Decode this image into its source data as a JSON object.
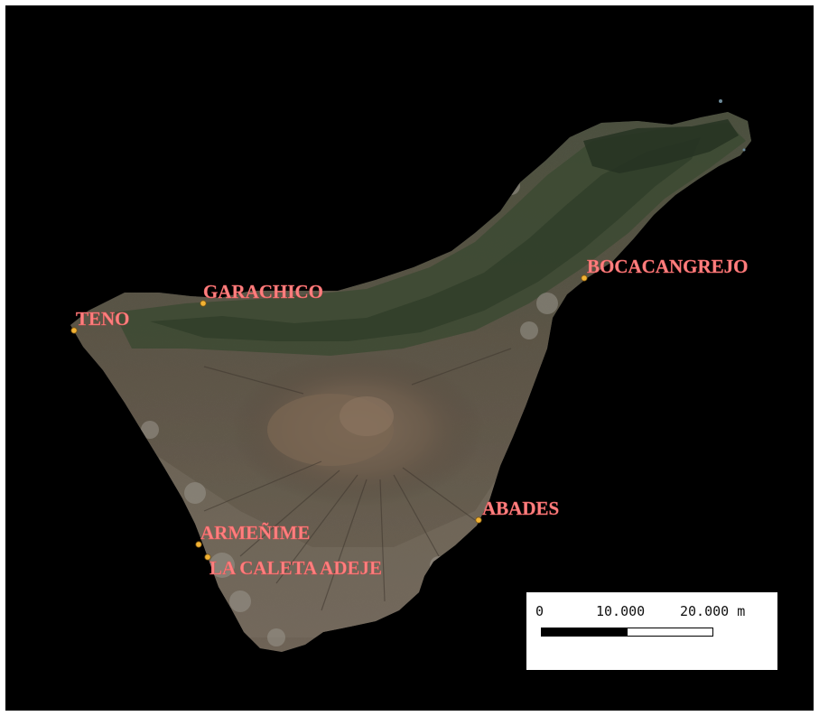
{
  "map": {
    "background_color": "#000000",
    "label_color": "#ff7f7f",
    "marker_color": "#f2b233",
    "places": [
      {
        "id": "bocacangrejo",
        "label": "BOCACANGREJO"
      },
      {
        "id": "garachico",
        "label": "GARACHICO"
      },
      {
        "id": "teno",
        "label": "TENO"
      },
      {
        "id": "abades",
        "label": "ABADES"
      },
      {
        "id": "armenime",
        "label": "ARMEÑIME"
      },
      {
        "id": "la-caleta-adeje",
        "label": "LA CALETA ADEJE"
      }
    ]
  },
  "scalebar": {
    "tick_0": "0",
    "tick_1": "10.000",
    "tick_2": "20.000 m"
  }
}
